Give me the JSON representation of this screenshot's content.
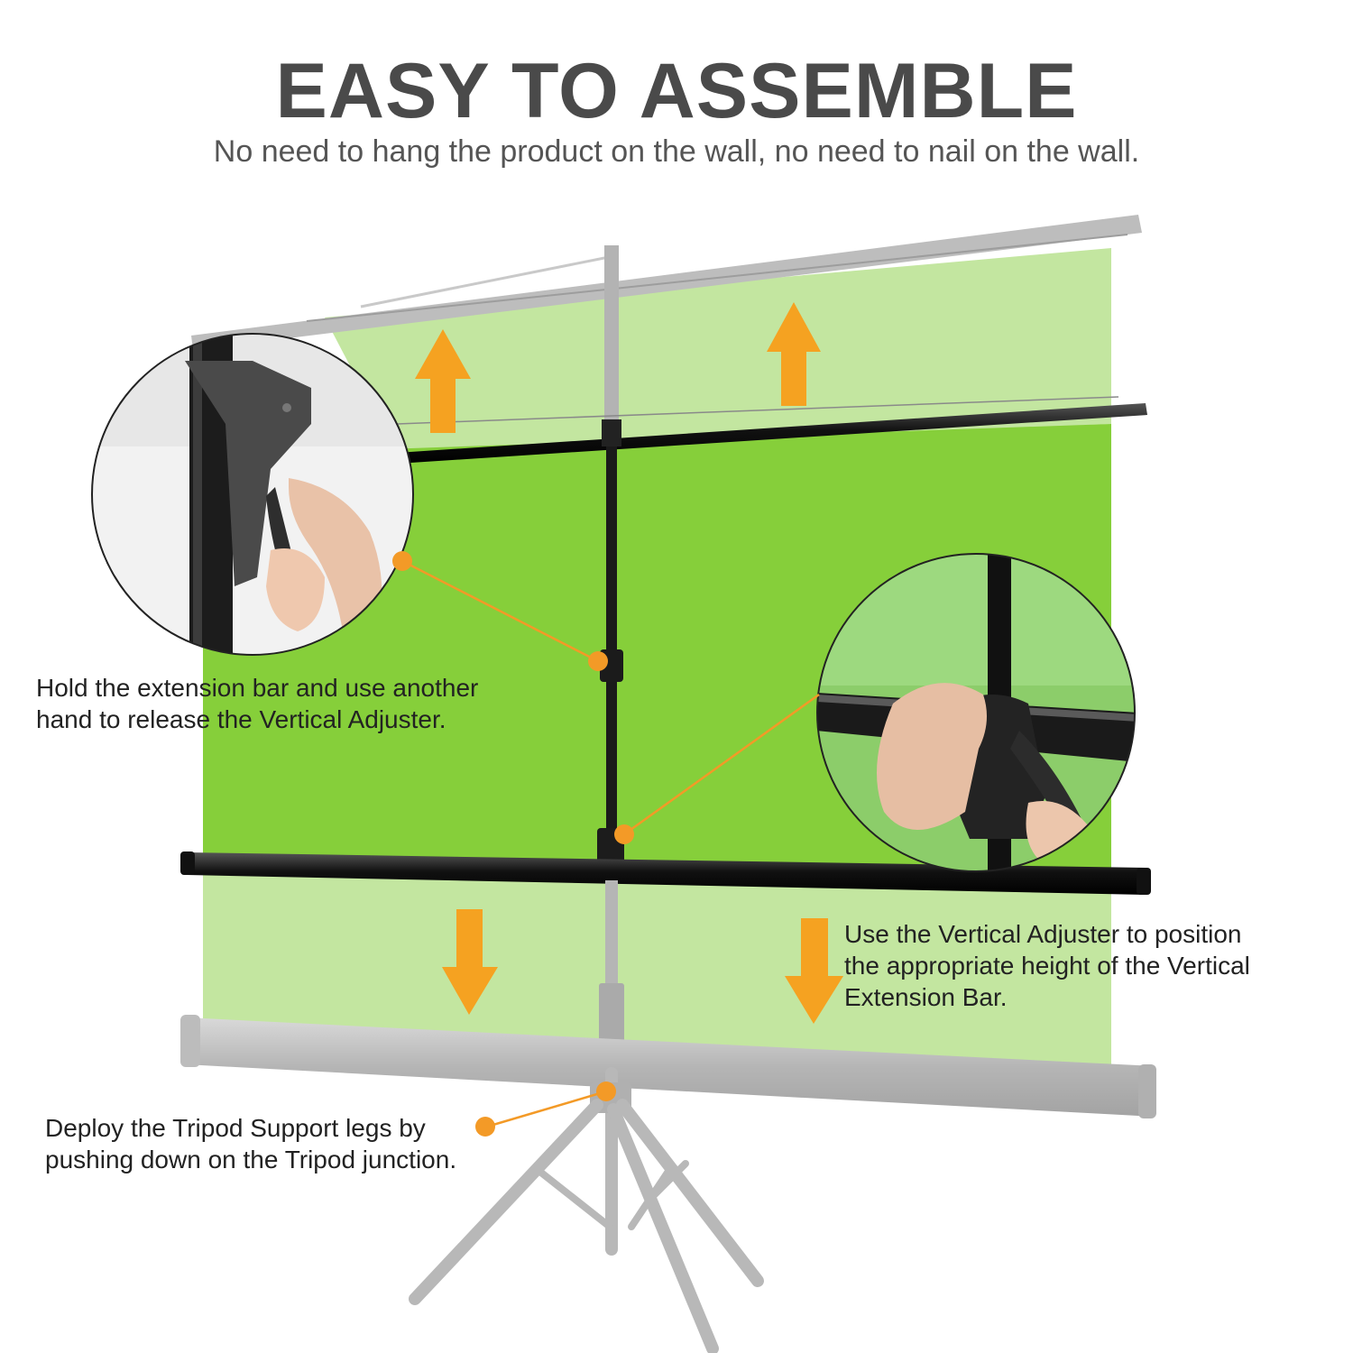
{
  "header": {
    "title": "EASY TO ASSEMBLE",
    "subtitle": "No need to hang the product on the wall, no need to nail on the wall."
  },
  "callouts": {
    "hold_extension_bar": "Hold the extension bar and use another\nhand to release the Vertical Adjuster.",
    "use_vertical_adjuster": "Use the Vertical Adjuster to position\nthe appropriate height of the Vertical\nExtension Bar.",
    "deploy_tripod": "Deploy the Tripod Support legs by\npushing down on the Tripod junction."
  },
  "colors": {
    "screen_green": "#86cf3a",
    "faded_green": "#c3e6a0",
    "arrow_orange": "#f5a221",
    "callout_orange": "#f39a27",
    "title_gray": "#4a4a4a"
  },
  "arrows": {
    "up": "up-arrow-icon",
    "down": "down-arrow-icon"
  }
}
